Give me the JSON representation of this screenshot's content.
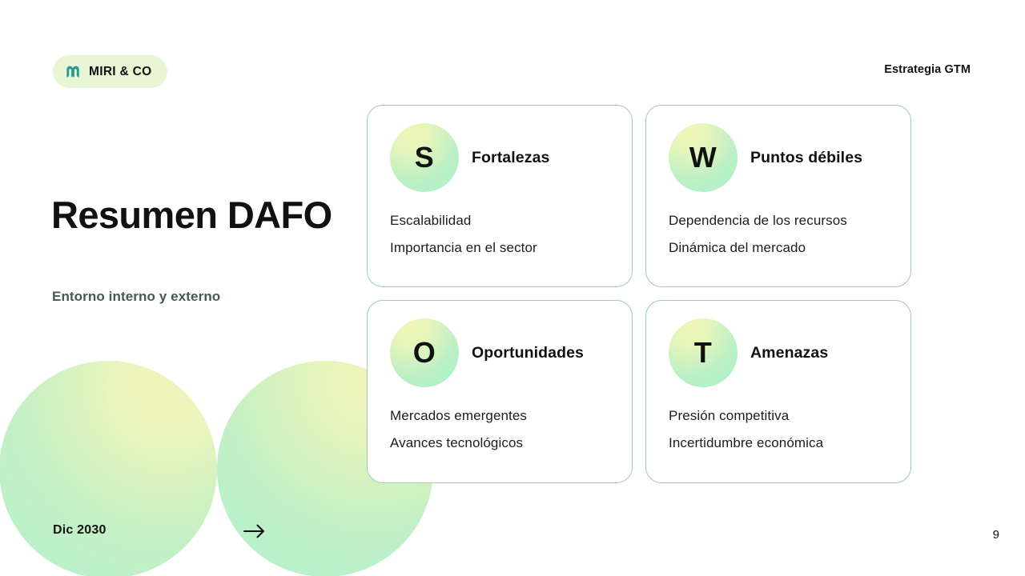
{
  "header": {
    "logo_text": "MIRI & CO",
    "logo_icon": "m-monogram-icon",
    "right_label": "Estrategia GTM"
  },
  "left": {
    "title": "Resumen DAFO",
    "subtitle": "Entorno interno y externo",
    "date": "Dic 2030",
    "arrow_icon": "arrow-right-icon"
  },
  "footer": {
    "page_number": "9"
  },
  "swot": {
    "cards": [
      {
        "letter": "S",
        "title": "Fortalezas",
        "points": [
          "Escalabilidad",
          "Importancia en el sector"
        ]
      },
      {
        "letter": "W",
        "title": "Puntos débiles",
        "points": [
          "Dependencia de los recursos",
          "Dinámica del mercado"
        ]
      },
      {
        "letter": "O",
        "title": "Oportunidades",
        "points": [
          "Mercados emergentes",
          "Avances tecnológicos"
        ]
      },
      {
        "letter": "T",
        "title": "Amenazas",
        "points": [
          "Presión competitiva",
          "Incertidumbre económica"
        ]
      }
    ]
  },
  "colors": {
    "background": "#ffffff",
    "card_border": "#a2c8bf",
    "logo_pill_bg": "#e9f6d6",
    "logo_mark": "#2a9d8f",
    "subtitle_text": "#3f5a57",
    "text_primary": "#111111",
    "badge_gradient_from": "#f0f6b6",
    "badge_gradient_to": "#a5f2cb"
  }
}
